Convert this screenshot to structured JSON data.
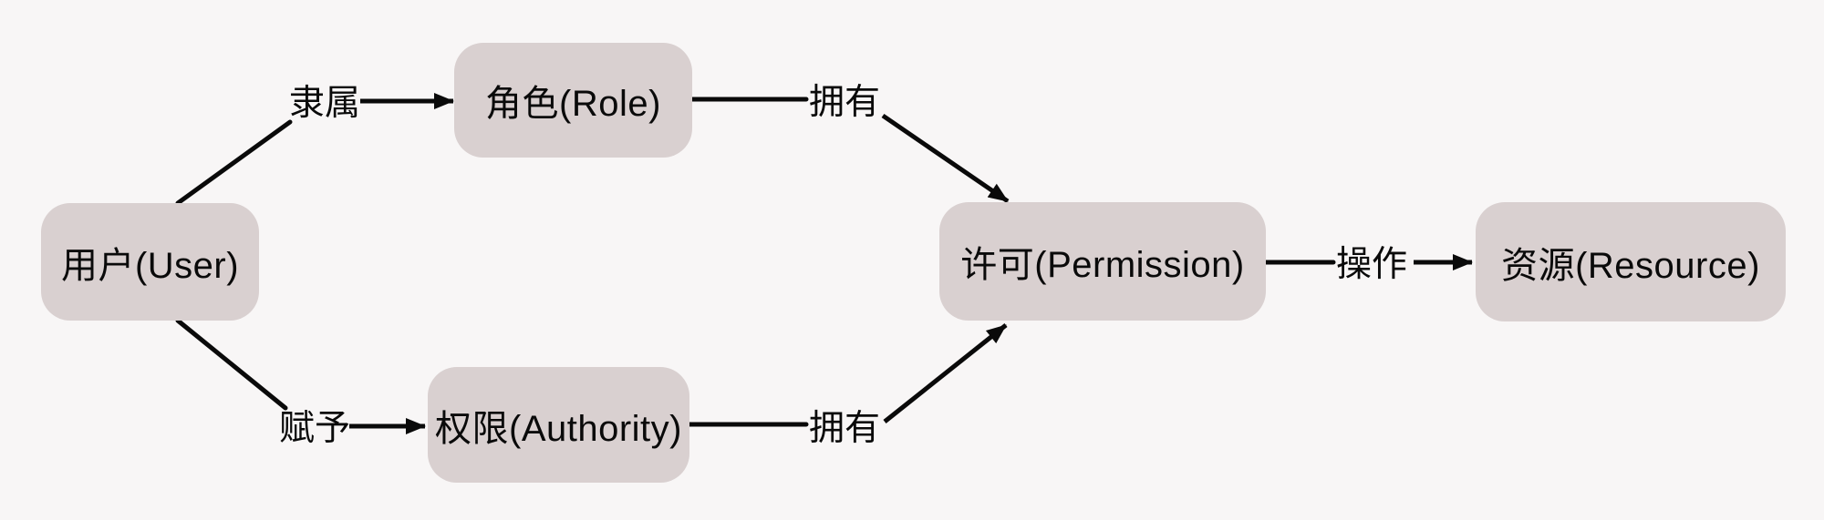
{
  "diagram": {
    "type": "rbac-permission-model",
    "colors": {
      "background": "#f8f6f6",
      "node_fill": "#d9d0d0",
      "line": "#0a0a0a",
      "text": "#0a0a0a"
    },
    "nodes": {
      "user": {
        "label": "用户(User)"
      },
      "role": {
        "label": "角色(Role)"
      },
      "authority": {
        "label": "权限(Authority)"
      },
      "permission": {
        "label": "许可(Permission)"
      },
      "resource": {
        "label": "资源(Resource)"
      }
    },
    "edges": {
      "user_to_role": {
        "label": "隶属",
        "from": "用户(User)",
        "to": "角色(Role)"
      },
      "role_to_permission": {
        "label": "拥有",
        "from": "角色(Role)",
        "to": "许可(Permission)"
      },
      "user_to_authority": {
        "label": "赋予",
        "from": "用户(User)",
        "to": "权限(Authority)"
      },
      "authority_to_permission": {
        "label": "拥有",
        "from": "权限(Authority)",
        "to": "许可(Permission)"
      },
      "permission_to_resource": {
        "label": "操作",
        "from": "许可(Permission)",
        "to": "资源(Resource)"
      }
    }
  }
}
